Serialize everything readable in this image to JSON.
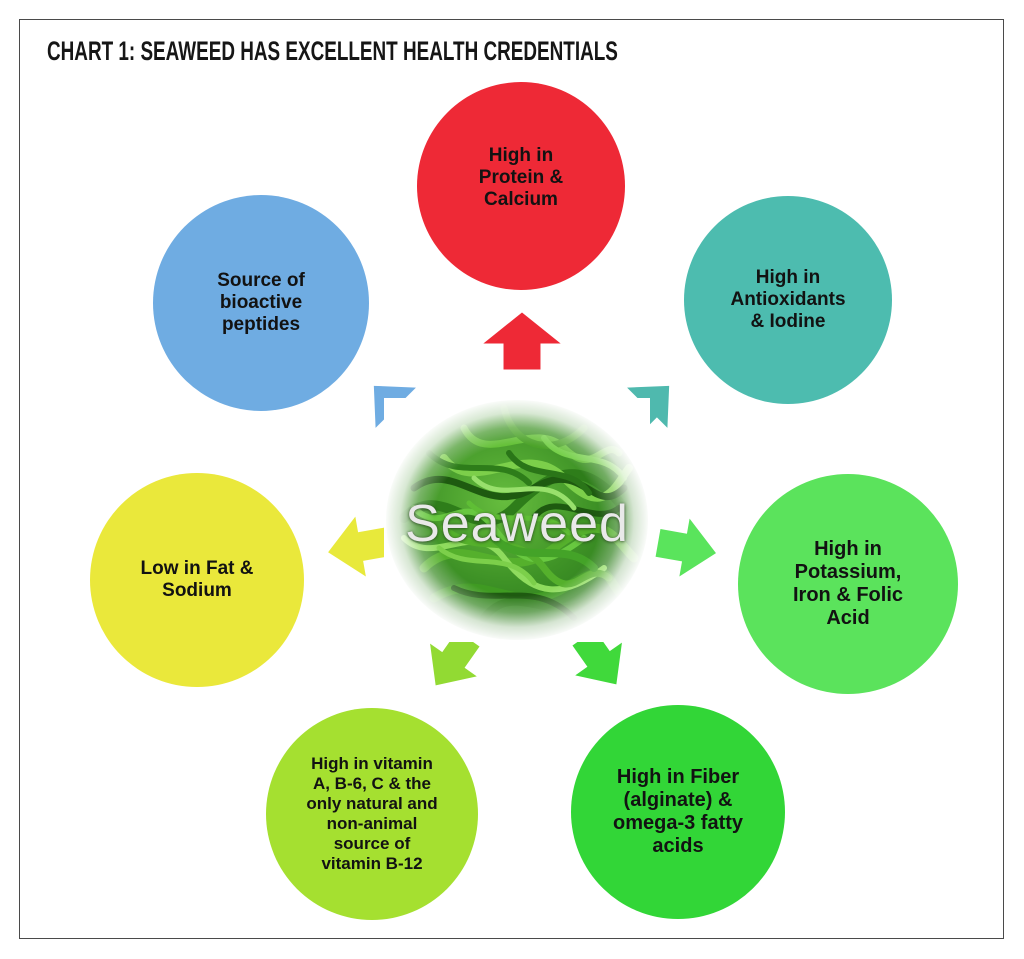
{
  "title": "CHART 1: SEAWEED HAS EXCELLENT HEALTH CREDENTIALS",
  "center": {
    "label": "Seaweed"
  },
  "nodes": [
    {
      "name": "protein-calcium",
      "label": "High in\nProtein &\nCalcium",
      "color": "#ee2936",
      "arrow_color": "#ee2936",
      "arrow_direction": "up"
    },
    {
      "name": "antioxidants-iodine",
      "label": "High in\nAntioxidants\n& Iodine",
      "color": "#4dbcaf",
      "arrow_color": "#4fb9ae",
      "arrow_direction": "up-right"
    },
    {
      "name": "potassium-iron-folic",
      "label": "High in\nPotassium,\nIron & Folic\nAcid",
      "color": "#5be35c",
      "arrow_color": "#5ae45c",
      "arrow_direction": "right"
    },
    {
      "name": "fiber-omega3",
      "label": "High in Fiber\n(alginate) &\nomega-3 fatty\nacids",
      "color": "#32d637",
      "arrow_color": "#40d93b",
      "arrow_direction": "down-right"
    },
    {
      "name": "vitamins-b12",
      "label": "High in vitamin\nA, B-6, C & the\nonly natural and\nnon-animal\nsource of\nvitamin B-12",
      "color": "#a5e030",
      "arrow_color": "#92da33",
      "arrow_direction": "down-left"
    },
    {
      "name": "low-fat-sodium",
      "label": "Low in Fat &\nSodium",
      "color": "#eae83b",
      "arrow_color": "#e8e93b",
      "arrow_direction": "left"
    },
    {
      "name": "bioactive-peptides",
      "label": "Source of\nbioactive\npeptides",
      "color": "#6face2",
      "arrow_color": "#6face2",
      "arrow_direction": "up-left"
    }
  ]
}
